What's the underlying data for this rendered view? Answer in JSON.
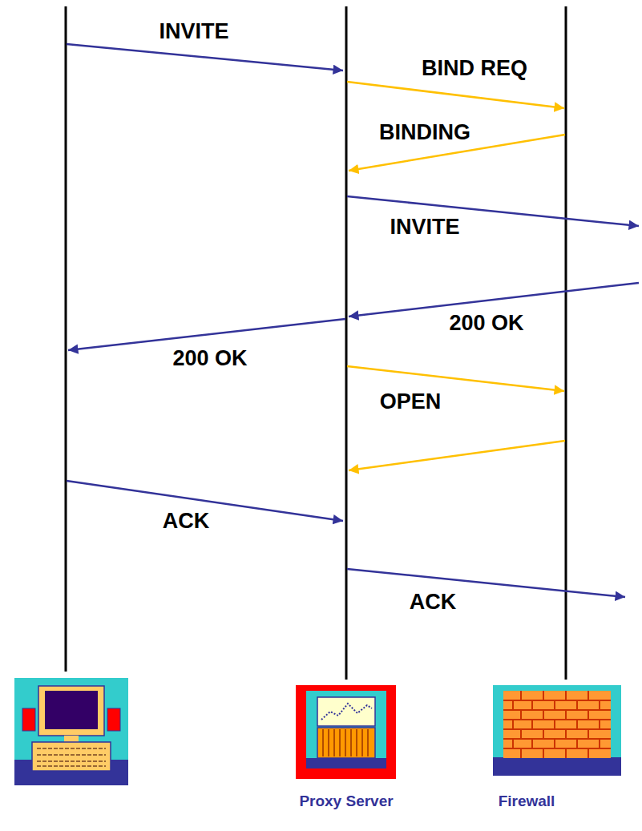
{
  "diagram": {
    "nodes": [
      {
        "text": [
          "Proxy Server"
        ]
      },
      {
        "text": [
          "Firewall"
        ]
      }
    ],
    "labels": [
      "INVITE",
      "BIND REQ",
      "BINDING",
      "INVITE",
      "200 OK",
      "200 OK",
      "OPEN",
      "ACK",
      "ACK"
    ]
  }
}
